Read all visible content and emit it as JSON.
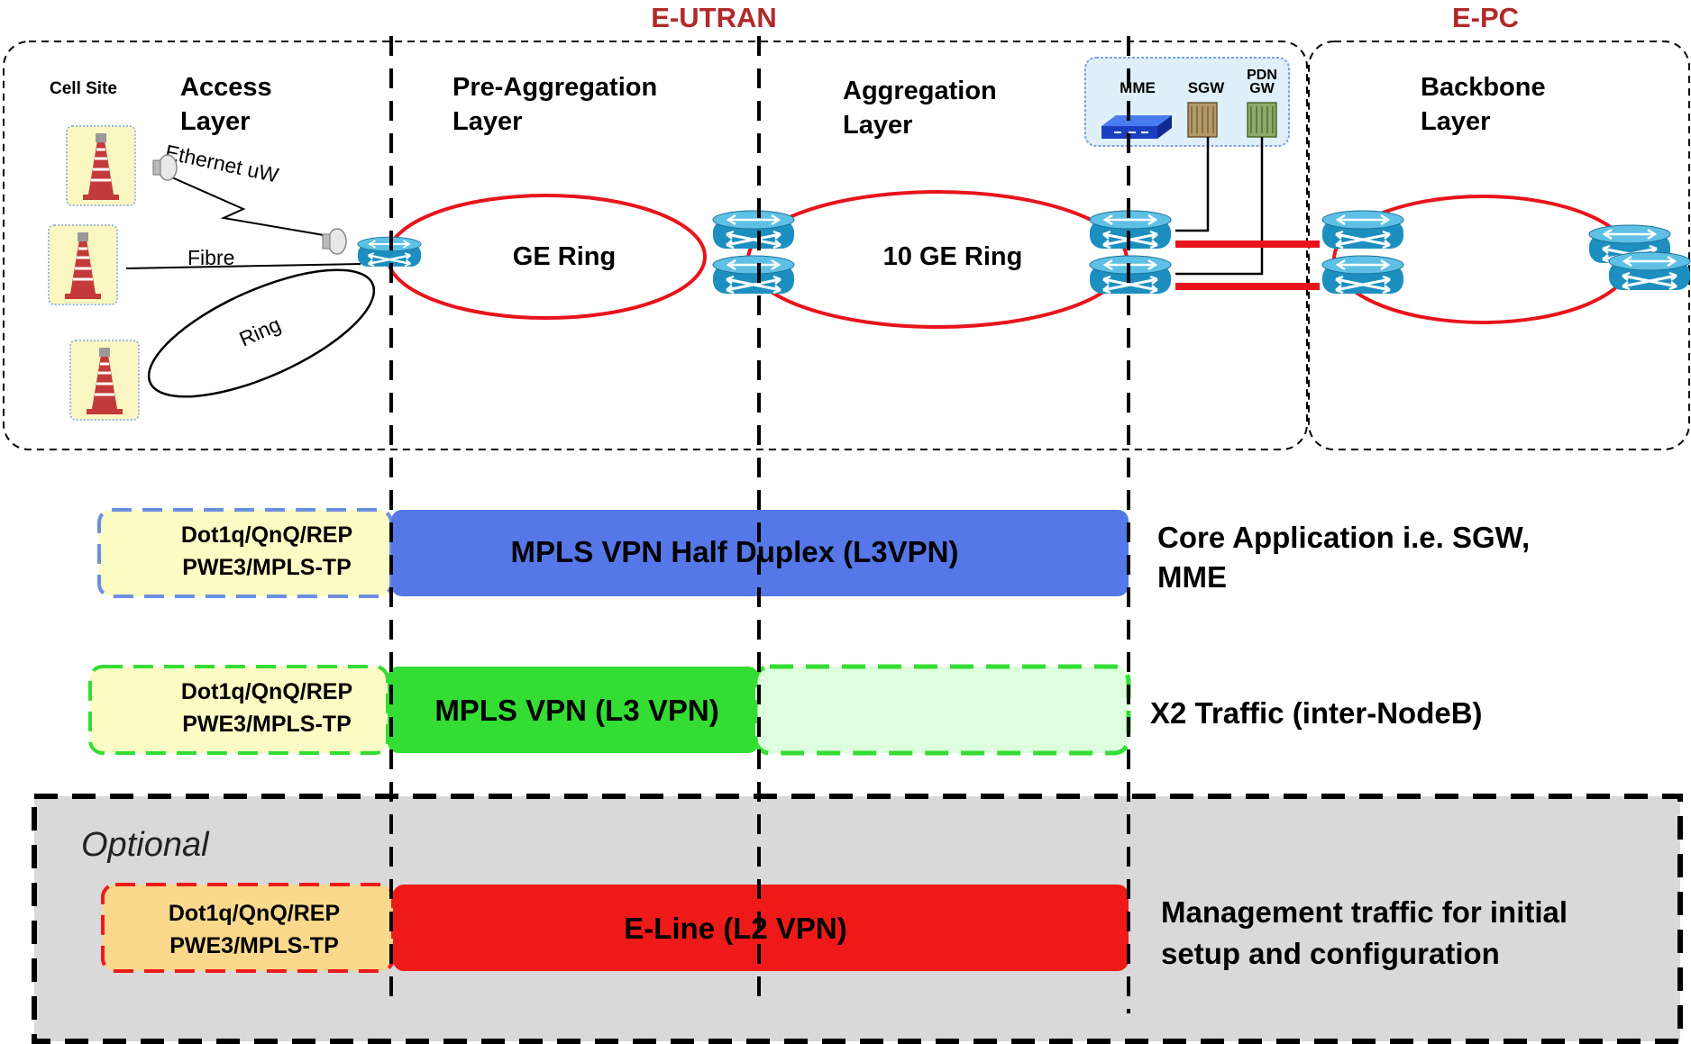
{
  "domains": {
    "eutran": "E-UTRAN",
    "epc": "E-PC"
  },
  "layers": {
    "cell_site": "Cell Site",
    "access": [
      "Access",
      "Layer"
    ],
    "pre_aggregation": [
      "Pre-Aggregation",
      "Layer"
    ],
    "aggregation": [
      "Aggregation",
      "Layer"
    ],
    "backbone": [
      "Backbone",
      "Layer"
    ]
  },
  "core_nodes": {
    "mme": "MME",
    "sgw": "SGW",
    "pdn_gw": [
      "PDN",
      "GW"
    ]
  },
  "links": {
    "ethernet_uw": "Ethernet uW",
    "fibre": "Fibre",
    "ring": "Ring"
  },
  "rings": {
    "ge_ring": "GE Ring",
    "ten_ge_ring": "10 GE Ring"
  },
  "services": [
    {
      "access_lines": [
        "Dot1q/QnQ/REP",
        "PWE3/MPLS-TP"
      ],
      "main_label": "MPLS VPN Half Duplex (L3VPN)",
      "description_lines": [
        "Core Application i.e. SGW,",
        "MME"
      ]
    },
    {
      "access_lines": [
        "Dot1q/QnQ/REP",
        "PWE3/MPLS-TP"
      ],
      "main_label": "MPLS VPN (L3 VPN)",
      "description_lines": [
        "X2 Traffic (inter-NodeB)"
      ]
    },
    {
      "access_lines": [
        "Dot1q/QnQ/REP",
        "PWE3/MPLS-TP"
      ],
      "main_label": "E-Line (L2 VPN)",
      "description_lines": [
        "Management traffic for initial",
        "setup and configuration"
      ]
    }
  ],
  "optional_label": "Optional",
  "colors": {
    "accent_red": "#b02a2a",
    "ring_red": "#e8141c",
    "l3vpn_blue": "#5577e8",
    "l3vpn_green": "#33dd33",
    "l3vpn_green_light": "#ddffdd",
    "eline_red": "#ee1a1a",
    "access_yellow": "#fbfbc4",
    "access_orange": "#fbd98c",
    "router_blue": "#1c8fc0",
    "optional_gray": "#d9d9d9"
  }
}
